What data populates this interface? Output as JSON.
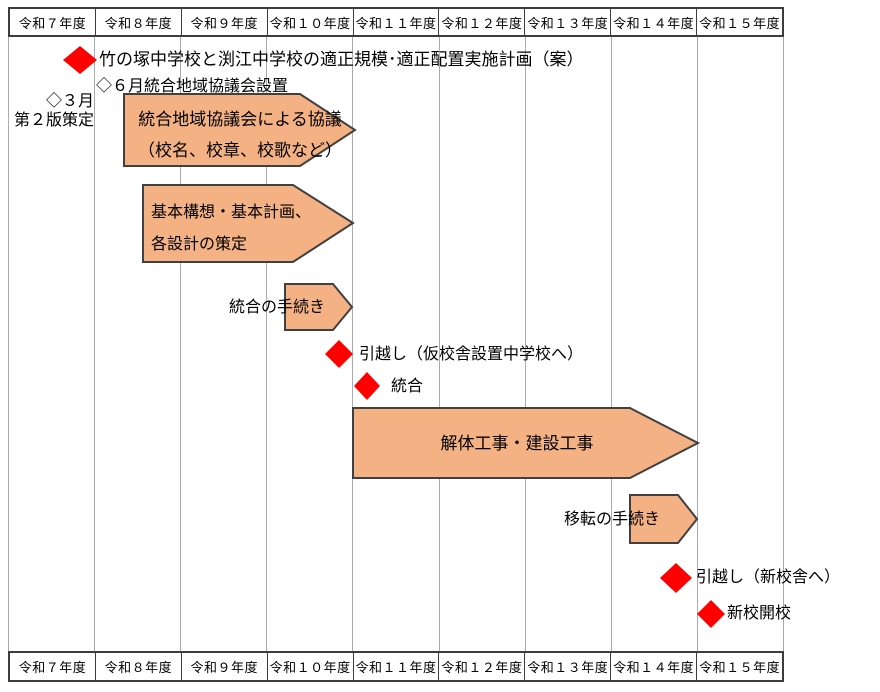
{
  "colors": {
    "arrow_fill": "#F4B183",
    "arrow_stroke": "#404040",
    "diamond_fill": "#FF0000",
    "grid_line": "#ABABAB",
    "table_border": "#3D3D3D",
    "text": "#000000"
  },
  "timeline": {
    "years": [
      "令和７年度",
      "令和８年度",
      "令和９年度",
      "令和１０年度",
      "令和１１年度",
      "令和１２年度",
      "令和１３年度",
      "令和１４年度",
      "令和１５年度"
    ]
  },
  "milestones": {
    "plan_title": "竹の塚中学校と渕江中学校の適正規模･適正配置実施計画（案）",
    "june_council_setup": "◇６月統合地域協議会設置",
    "march": "◇３月",
    "second_edition": "第２版策定",
    "moving_to_temp": "引越し（仮校舎設置中学校へ）",
    "merge": "統合",
    "moving_to_new": "引越し（新校舎へ）",
    "new_school_open": "新校開校"
  },
  "activities": {
    "council_line1": "統合地域協議会による協議",
    "council_line2": "（校名、校章、校歌など）",
    "basic_plan_line1": "基本構想・基本計画、",
    "basic_plan_line2": "各設計の策定",
    "merge_procedure": "統合の手続き",
    "construction": "解体工事・建設工事",
    "relocation_procedure": "移転の手続き"
  }
}
